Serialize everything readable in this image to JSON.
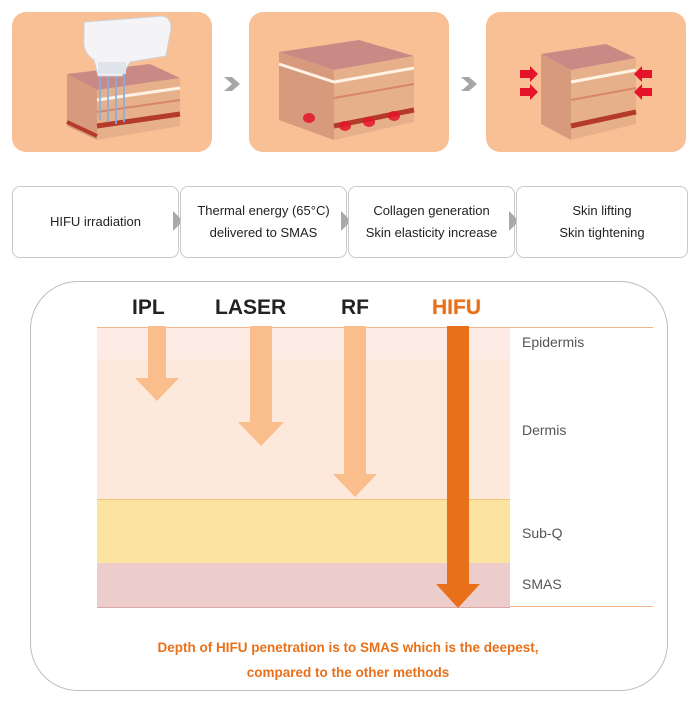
{
  "top_panels": [
    {
      "name": "hifu-device-panel",
      "icon": "hifu-handpiece-on-skin"
    },
    {
      "name": "heating-panel",
      "icon": "skin-heated-red-spots"
    },
    {
      "name": "tightening-panel",
      "icon": "skin-tightened-arrows"
    }
  ],
  "steps": [
    {
      "line1": "HIFU irradiation",
      "line2": ""
    },
    {
      "line1": "Thermal energy (65°C)",
      "line2": "delivered to SMAS"
    },
    {
      "line1": "Collagen generation",
      "line2": "Skin elasticity increase"
    },
    {
      "line1": "Skin lifting",
      "line2": "Skin tightening"
    }
  ],
  "methods": [
    "IPL",
    "LASER",
    "RF",
    "HIFU"
  ],
  "layers": [
    "Epidermis",
    "Dermis",
    "Sub-Q",
    "SMAS"
  ],
  "penetration": {
    "IPL": "Dermis",
    "LASER": "Dermis",
    "RF": "Dermis",
    "HIFU": "SMAS"
  },
  "note": {
    "line1": "Depth of HIFU penetration is to SMAS which is the deepest,",
    "line2": "compared to the other methods"
  },
  "colors": {
    "panel_bg": "#f9c096",
    "accent": "#e8701a",
    "light_arrow": "#f9be8c",
    "epidermis": "#fdece6",
    "dermis": "#fde8dc",
    "subq": "#fce3a2",
    "smas": "#edcdcc"
  }
}
